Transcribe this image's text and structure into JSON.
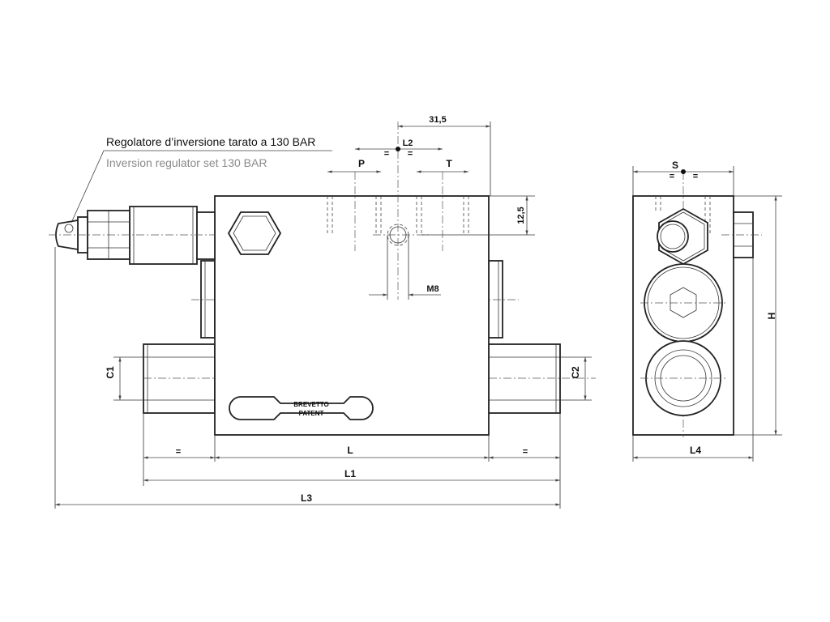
{
  "notes": {
    "regulator_it": "Regolatore d’inversione tarato a 130 BAR",
    "regulator_en": "Inversion regulator set 130 BAR"
  },
  "dimensions": {
    "d31_5": "31,5",
    "d12_5": "12,5",
    "L": "L",
    "L1": "L1",
    "L2": "L2",
    "L3": "L3",
    "L4": "L4",
    "H": "H",
    "S": "S",
    "M8": "M8",
    "eq": "="
  },
  "ports": {
    "P": "P",
    "T": "T",
    "C1": "C1",
    "C2": "C2"
  },
  "badge": {
    "line1": "BREVETTO",
    "line2": "PATENT"
  }
}
